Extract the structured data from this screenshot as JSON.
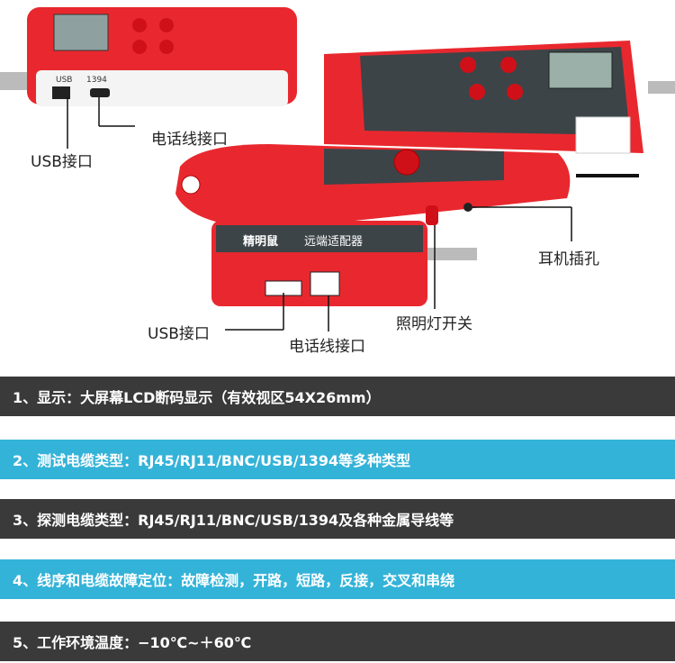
{
  "callouts": {
    "usb_top": "USB接口",
    "phone_top": "电话线接口",
    "earphone": "耳机插孔",
    "light_switch": "照明灯开关",
    "usb_bottom": "USB接口",
    "phone_bottom": "电话线接口"
  },
  "device_labels": {
    "port_usb": "USB",
    "port_1394": "1394",
    "remote_adapter": "远端适配器",
    "brand": "精明鼠"
  },
  "features": [
    {
      "text": "1、显示：大屏幕LCD断码显示（有效视区54X26mm）",
      "style": "dark"
    },
    {
      "text": "2、测试电缆类型：RJ45/RJ11/BNC/USB/1394等多种类型",
      "style": "blue"
    },
    {
      "text": "3、探测电缆类型：RJ45/RJ11/BNC/USB/1394及各种金属导线等",
      "style": "dark"
    },
    {
      "text": "4、线序和电缆故障定位：故障检测，开路，短路，反接，交叉和串绕",
      "style": "blue"
    },
    {
      "text": "5、工作环境温度：−10℃~＋60℃",
      "style": "dark"
    }
  ],
  "colors": {
    "dark_band": "#3a3a3a",
    "blue_band": "#34b3d8",
    "device_red": "#e8282e"
  }
}
